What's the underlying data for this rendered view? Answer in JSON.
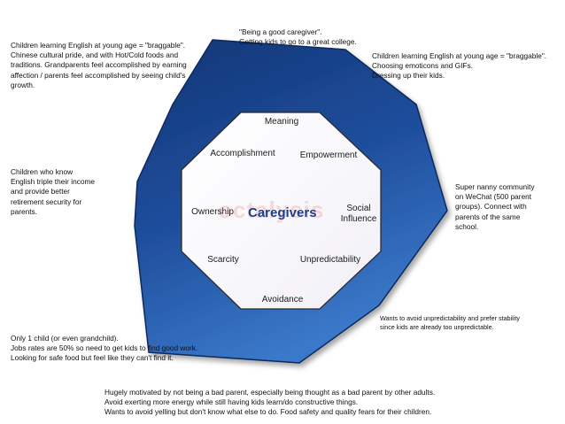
{
  "diagram": {
    "center": "Caregivers",
    "octalysis_drives": {
      "top": "Meaning",
      "top_left": "Accomplishment",
      "top_right": "Empowerment",
      "left": "Ownership",
      "right": "Social\nInfluence",
      "bottom_left": "Scarcity",
      "bottom_right": "Unpredictability",
      "bottom": "Avoidance"
    },
    "watermark": "octalysis",
    "colors": {
      "outer_fill_dark": "#143a7a",
      "outer_fill_light": "#2f6bbf",
      "inner_fill": "#ffffff",
      "inner_stroke": "#333333",
      "center_text": "#1e3f86"
    }
  },
  "notes": {
    "top": "\"Being a good caregiver\".\nGetting kids to go to a great college.",
    "top_left": "Children learning English at young age =  \"braggable\".\nChinese cultural pride, and with Hot/Cold foods and\ntraditions. Grandparents feel accomplished by earning\naffection / parents feel accomplished by seeing child's\ngrowth.",
    "top_right": "Children learning English at young age =  \"braggable\".\nChoosing emoticons and GIFs.\nDressing up their kids.",
    "left": "Children who know\nEnglish triple their income\nand provide better\nretirement security for\nparents.",
    "right": "Super nanny community\non WeChat (500 parent\ngroups). Connect with\nparents of the same\nschool.",
    "bottom_right": "Wants to avoid unpredictability and prefer stability\nsince kids are already too unpredictable.",
    "bottom_left": "Only 1 child (or even grandchild).\nJobs rates are 50% so need to get kids to find good work.\nLooking for safe food but feel like they can't find it.",
    "bottom": "Hugely motivated by not being a bad parent, especially being thought as a bad parent by other adults.\nAvoid exerting more energy while still having kids learn/do constructive things.\nWants to avoid yelling but don't know what else to do. Food safety and quality fears for their children."
  }
}
